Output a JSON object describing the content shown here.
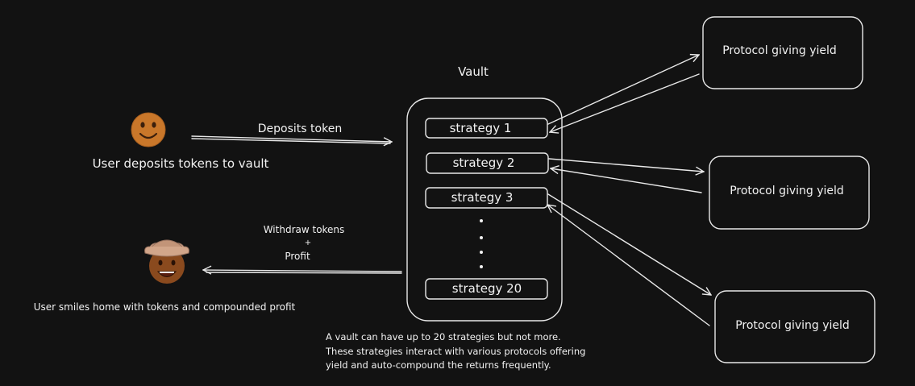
{
  "vault": {
    "title": "Vault",
    "strategies": [
      "strategy 1",
      "strategy 2",
      "strategy 3",
      "strategy 20"
    ]
  },
  "user": {
    "deposit_label": "User deposits tokens to vault",
    "smile_label": "User smiles home with tokens and compounded profit"
  },
  "arrows": {
    "deposit": "Deposits token",
    "withdraw_line1": "Withdraw tokens",
    "withdraw_plus": "+",
    "withdraw_line2": "Profit"
  },
  "protocols": [
    "Protocol giving yield",
    "Protocol giving yield",
    "Protocol giving yield"
  ],
  "note": [
    "A vault can have up to 20 strategies but not more.",
    "These strategies interact with various protocols offering",
    "yield and auto-compound the returns frequently."
  ],
  "colors": {
    "background": "#121212",
    "stroke": "#e8e8e8",
    "smiley_face": "#c9772a",
    "cowboy_face": "#8a4a1e",
    "cowboy_hat": "#d2a68a"
  },
  "icons": [
    "smiling-face-icon",
    "cowboy-face-icon"
  ]
}
